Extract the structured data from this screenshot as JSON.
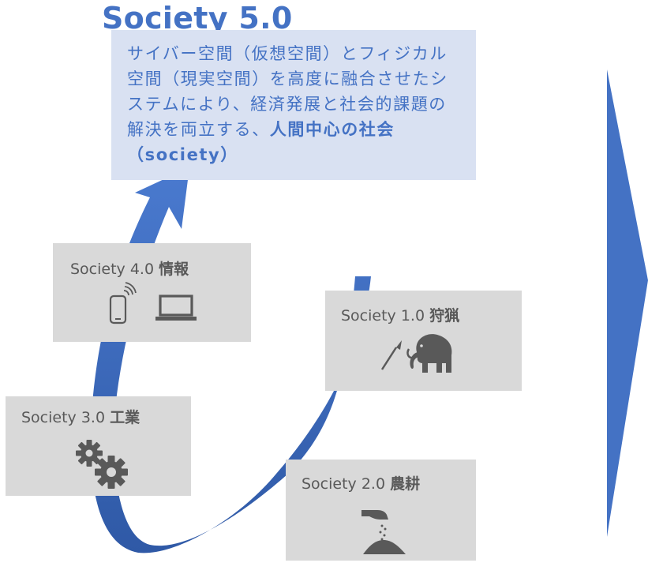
{
  "title": "Society 5.0",
  "description": {
    "text": "サイバー空間（仮想空間）とフィジカル空間（現実空間）を高度に融合させたシステムにより、経済発展と社会的課題の解決を両立する、",
    "highlight": "人間中心の社会（society）"
  },
  "stages": [
    {
      "version": "Society 1.0",
      "name": "狩猟",
      "icons": [
        "spear-icon",
        "mammoth-icon"
      ]
    },
    {
      "version": "Society 2.0",
      "name": "農耕",
      "icons": [
        "sowing-seeds-icon"
      ]
    },
    {
      "version": "Society 3.0",
      "name": "工業",
      "icons": [
        "gears-icon"
      ]
    },
    {
      "version": "Society 4.0",
      "name": "情報",
      "icons": [
        "smartphone-icon",
        "laptop-icon"
      ]
    }
  ],
  "colors": {
    "accent": "#4472c4",
    "box_fill": "#d9d9d9",
    "desc_fill": "#d9e1f2",
    "icon_color": "#595959"
  }
}
